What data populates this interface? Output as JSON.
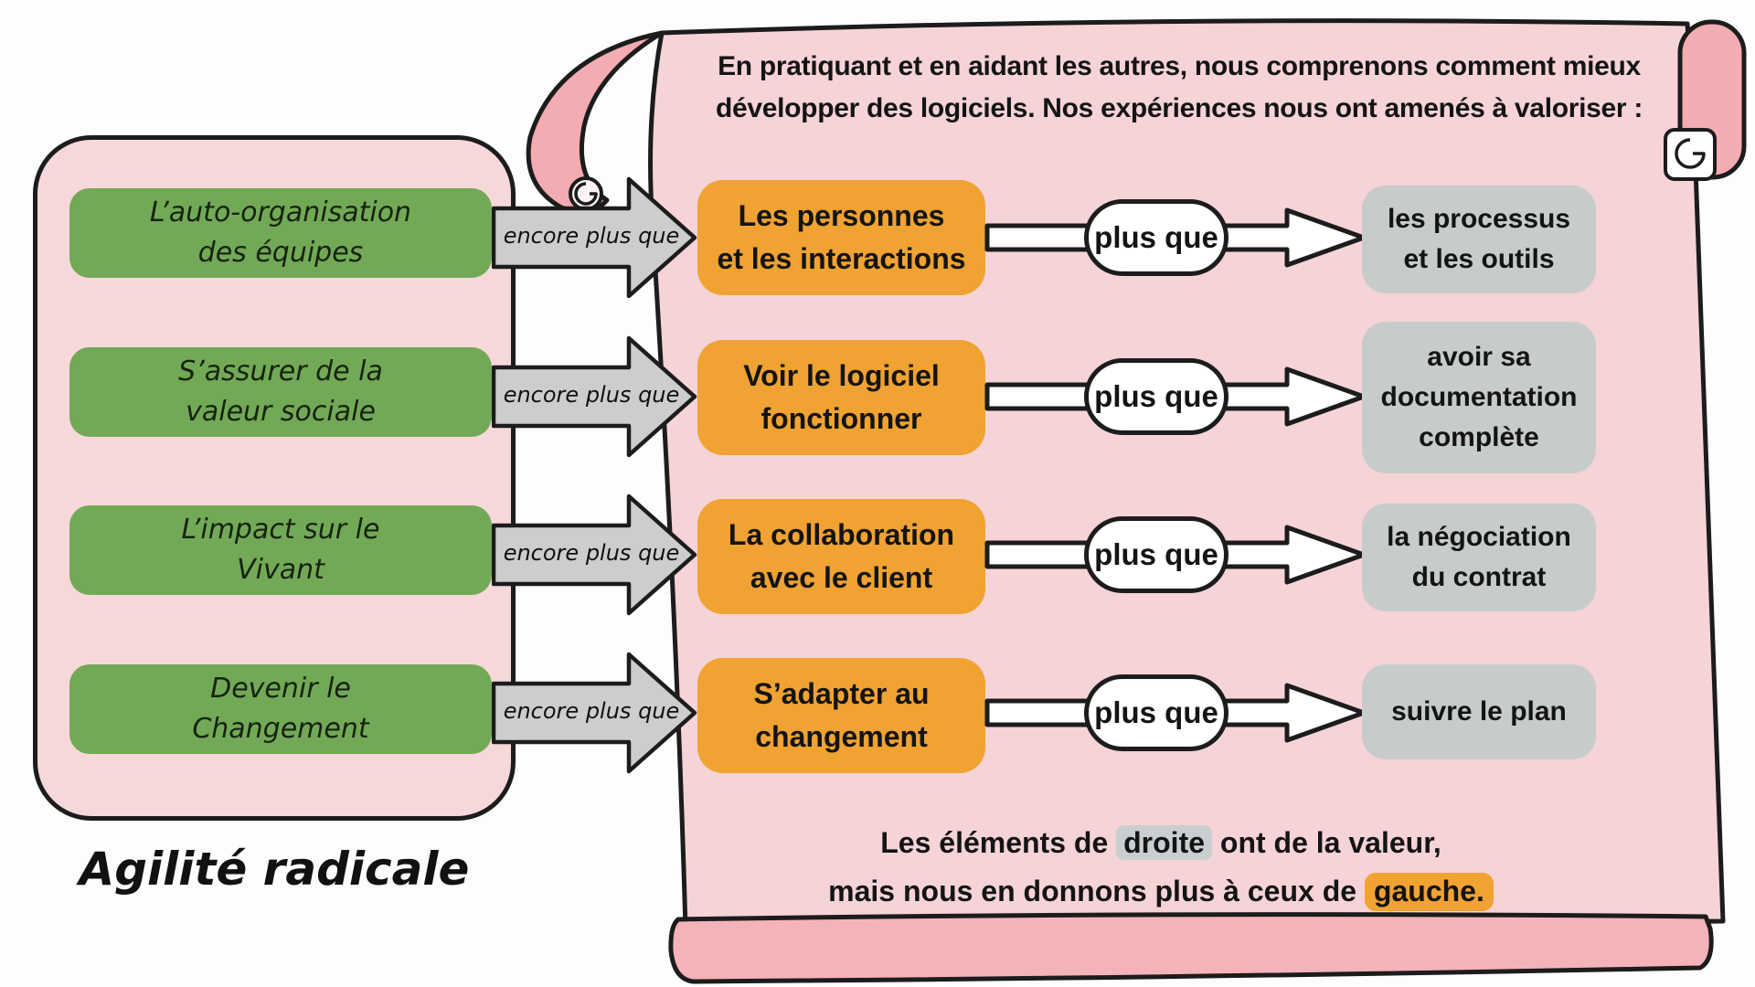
{
  "left_panel": {
    "title": "Agilité radicale",
    "items": [
      {
        "lines": [
          "L’auto-organisation",
          "des équipes"
        ]
      },
      {
        "lines": [
          "S’assurer de la",
          "valeur sociale"
        ]
      },
      {
        "lines": [
          "L’impact sur le",
          "Vivant"
        ]
      },
      {
        "lines": [
          "Devenir le",
          "Changement"
        ]
      }
    ]
  },
  "connectors": {
    "label": "encore plus que"
  },
  "scroll": {
    "header_lines": [
      "En pratiquant et en aidant les autres, nous comprenons comment mieux",
      "développer des logiciels. Nos expériences nous ont amenés à valoriser :"
    ],
    "comparison_label": "plus que",
    "rows": [
      {
        "left_lines": [
          "Les personnes",
          "et les interactions"
        ],
        "right_lines": [
          "les processus",
          "et les outils"
        ]
      },
      {
        "left_lines": [
          "Voir le logiciel",
          "fonctionner"
        ],
        "right_lines": [
          "avoir sa",
          "documentation",
          "complète"
        ]
      },
      {
        "left_lines": [
          "La collaboration",
          "avec le client"
        ],
        "right_lines": [
          "la négociation",
          "du contrat"
        ]
      },
      {
        "left_lines": [
          "S’adapter au",
          "changement"
        ],
        "right_lines": [
          "suivre le plan"
        ]
      }
    ],
    "footer": {
      "line1_pre": "Les éléments de ",
      "line1_highlight": "droite",
      "line1_post": " ont de la valeur,",
      "line2_pre": "mais nous en donnons plus à ceux de ",
      "line2_highlight": "gauche."
    }
  },
  "colors": {
    "panel_pink": "#f7d8da",
    "scroll_pink": "#f5d3d6",
    "scroll_edge_pink": "#f3acb1",
    "green_box": "#72a957",
    "orange_box": "#f0a232",
    "gray_box": "#c7cccb",
    "arrow_gray": "#cdcdcd",
    "outline_black": "#1c1c1c"
  }
}
